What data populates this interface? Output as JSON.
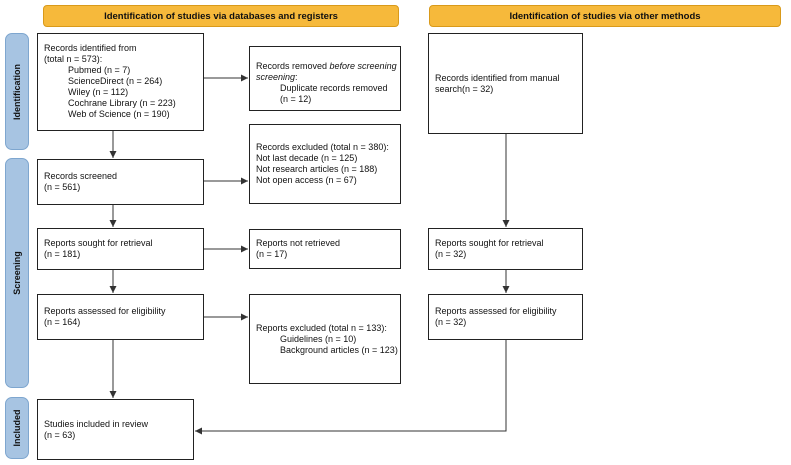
{
  "headers": {
    "left": "Identification of studies via databases and registers",
    "right": "Identification of studies via other methods"
  },
  "phases": {
    "identification": "Identification",
    "screening": "Screening",
    "included": "Included"
  },
  "records_identified": {
    "title": "Records identified from",
    "total": "(total n = 573):",
    "sources": [
      "Pubmed (n = 7)",
      "ScienceDirect (n = 264)",
      "Wiley (n = 112)",
      "Cochrane Library (n = 223)",
      "Web of Science (n = 190)"
    ]
  },
  "records_removed": {
    "prefix": "Records removed ",
    "emphasis": "before screening",
    "suffix": ":",
    "items": [
      "Duplicate records removed",
      "(n = 12)"
    ]
  },
  "records_screened": {
    "label": "Records screened",
    "count": "(n = 561)"
  },
  "records_excluded": {
    "title": "Records excluded (total n = 380):",
    "items": [
      "Not last decade (n = 125)",
      "Not research articles (n = 188)",
      "Not open access (n = 67)"
    ]
  },
  "reports_sought": {
    "label": "Reports sought for retrieval",
    "count": "(n = 181)"
  },
  "reports_not_retrieved": {
    "label": "Reports not retrieved",
    "count": "(n = 17)"
  },
  "reports_assessed": {
    "label": "Reports assessed for eligibility",
    "count": "(n = 164)"
  },
  "reports_excluded": {
    "title": "Reports excluded (total n = 133):",
    "items": [
      "Guidelines (n = 10)",
      "Background articles (n = 123)"
    ]
  },
  "studies_included": {
    "label": "Studies included in review",
    "count": "(n = 63)"
  },
  "other_identified": {
    "line1": "Records identified from manual",
    "line2": "search(n = 32)"
  },
  "other_sought": {
    "label": "Reports sought for retrieval",
    "count": "(n = 32)"
  },
  "other_assessed": {
    "label": "Reports assessed for eligibility",
    "count": "(n = 32)"
  },
  "colors": {
    "header": "#f6b93b",
    "phase": "#a7c4e2",
    "line": "#333333"
  }
}
